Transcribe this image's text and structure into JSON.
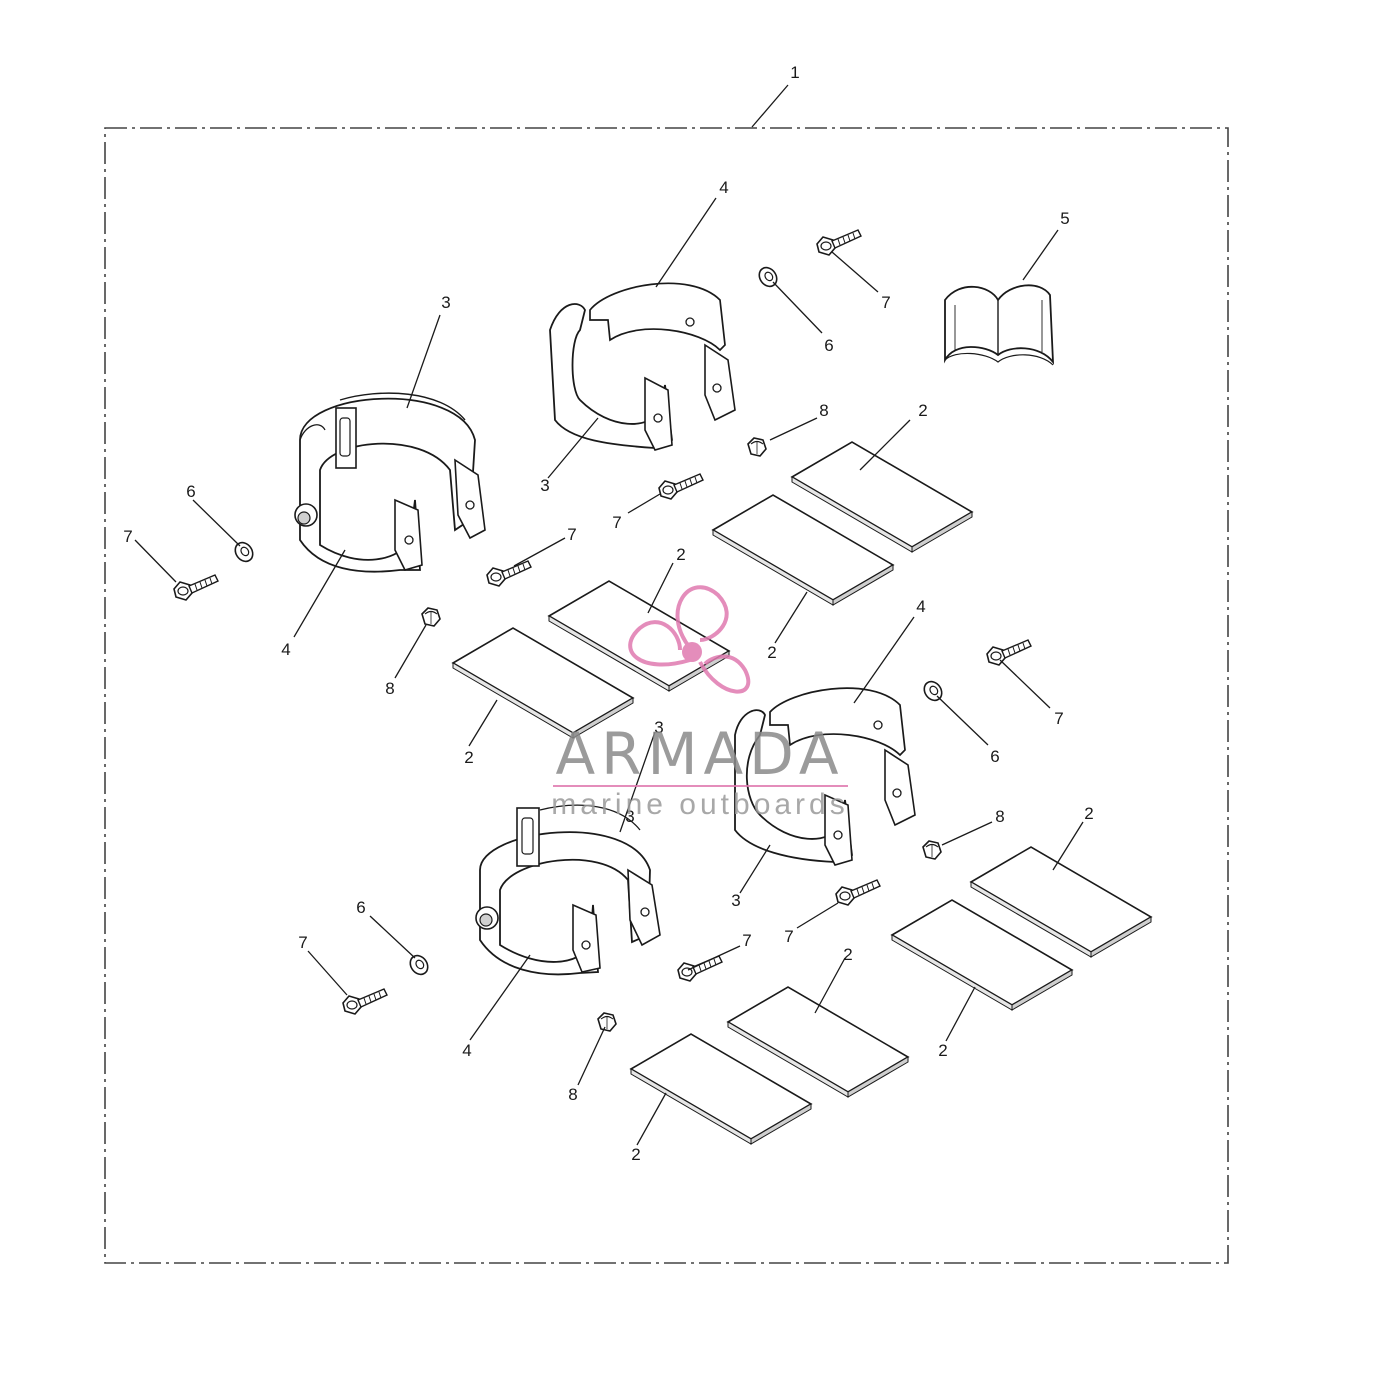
{
  "diagram": {
    "callouts": [
      {
        "id": "c1",
        "label": "1"
      },
      {
        "id": "c2a",
        "label": "2"
      },
      {
        "id": "c2b",
        "label": "2"
      },
      {
        "id": "c2c",
        "label": "2"
      },
      {
        "id": "c2d",
        "label": "2"
      },
      {
        "id": "c2e",
        "label": "2"
      },
      {
        "id": "c2f",
        "label": "2"
      },
      {
        "id": "c2g",
        "label": "2"
      },
      {
        "id": "c2h",
        "label": "2"
      },
      {
        "id": "c3a",
        "label": "3"
      },
      {
        "id": "c3b",
        "label": "3"
      },
      {
        "id": "c3c",
        "label": "3"
      },
      {
        "id": "c3d",
        "label": "3"
      },
      {
        "id": "c3e",
        "label": "3"
      },
      {
        "id": "c4a",
        "label": "4"
      },
      {
        "id": "c4b",
        "label": "4"
      },
      {
        "id": "c4c",
        "label": "4"
      },
      {
        "id": "c4d",
        "label": "4"
      },
      {
        "id": "c5",
        "label": "5"
      },
      {
        "id": "c6a",
        "label": "6"
      },
      {
        "id": "c6b",
        "label": "6"
      },
      {
        "id": "c6c",
        "label": "6"
      },
      {
        "id": "c6d",
        "label": "6"
      },
      {
        "id": "c7a",
        "label": "7"
      },
      {
        "id": "c7b",
        "label": "7"
      },
      {
        "id": "c7c",
        "label": "7"
      },
      {
        "id": "c7d",
        "label": "7"
      },
      {
        "id": "c7e",
        "label": "7"
      },
      {
        "id": "c7f",
        "label": "7"
      },
      {
        "id": "c7g",
        "label": "7"
      },
      {
        "id": "c8a",
        "label": "8"
      },
      {
        "id": "c8b",
        "label": "8"
      },
      {
        "id": "c8c",
        "label": "8"
      },
      {
        "id": "c8d",
        "label": "8"
      }
    ]
  },
  "watermark": {
    "title": "ARMADA",
    "subtitle": "marine outboards",
    "accent_color": "#e07ab0",
    "text_color": "#8a8a8a"
  },
  "colors": {
    "line": "#1a1a1a",
    "pad_edge": "#bdbdbd",
    "border": "#444444"
  }
}
